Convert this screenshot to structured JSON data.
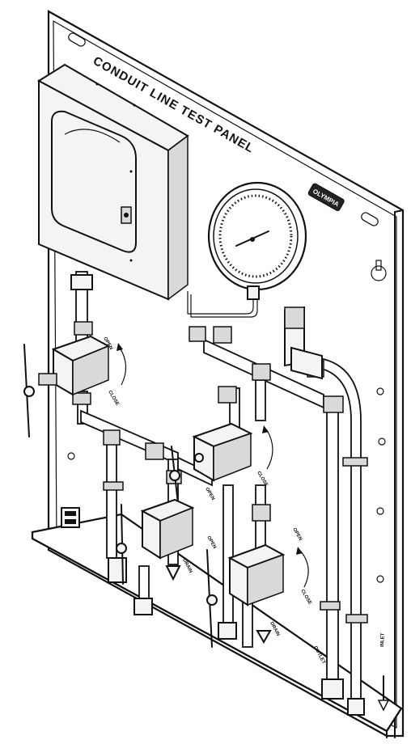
{
  "panel": {
    "title": "CONDUIT LINE TEST PANEL",
    "brand_logo": "OLYMPIA"
  },
  "valve_labels": {
    "open_top": "OPEN",
    "close_left": "CLOSE",
    "open_mid": "OPEN",
    "close_mid": "CLOSE",
    "open_right": "OPEN",
    "close_right": "CLOSE",
    "open_low": "OPEN"
  },
  "line_labels": {
    "drain_left": "DRAIN",
    "drain_right": "DRAIN",
    "outlet": "OUTLET",
    "inlet": "INLET"
  }
}
